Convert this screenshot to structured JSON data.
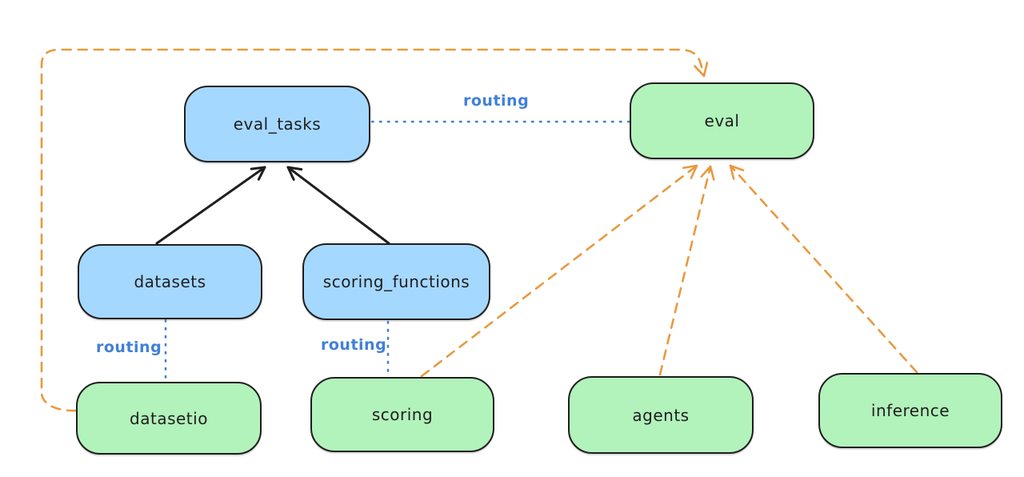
{
  "diagram": {
    "title": "",
    "nodes": [
      {
        "id": "eval_tasks",
        "label": "eval_tasks",
        "kind": "api",
        "fill": "blue"
      },
      {
        "id": "eval",
        "label": "eval",
        "kind": "provider",
        "fill": "green"
      },
      {
        "id": "datasets",
        "label": "datasets",
        "kind": "api",
        "fill": "blue"
      },
      {
        "id": "scoring_functions",
        "label": "scoring_functions",
        "kind": "api",
        "fill": "blue"
      },
      {
        "id": "datasetio",
        "label": "datasetio",
        "kind": "provider",
        "fill": "green"
      },
      {
        "id": "scoring",
        "label": "scoring",
        "kind": "provider",
        "fill": "green"
      },
      {
        "id": "agents",
        "label": "agents",
        "kind": "provider",
        "fill": "green"
      },
      {
        "id": "inference",
        "label": "inference",
        "kind": "provider",
        "fill": "green"
      }
    ],
    "edges": [
      {
        "from": "datasets",
        "to": "eval_tasks",
        "style": "solid",
        "color": "black",
        "arrow": "end"
      },
      {
        "from": "scoring_functions",
        "to": "eval_tasks",
        "style": "solid",
        "color": "black",
        "arrow": "end"
      },
      {
        "from": "eval_tasks",
        "to": "eval",
        "style": "dotted",
        "color": "blue",
        "arrow": "none",
        "label": "routing"
      },
      {
        "from": "datasets",
        "to": "datasetio",
        "style": "dotted",
        "color": "blue",
        "arrow": "none",
        "label": "routing"
      },
      {
        "from": "scoring_functions",
        "to": "scoring",
        "style": "dotted",
        "color": "blue",
        "arrow": "none",
        "label": "routing"
      },
      {
        "from": "datasetio",
        "to": "eval",
        "style": "dashed",
        "color": "orange",
        "arrow": "end"
      },
      {
        "from": "scoring",
        "to": "eval",
        "style": "dashed",
        "color": "orange",
        "arrow": "end"
      },
      {
        "from": "agents",
        "to": "eval",
        "style": "dashed",
        "color": "orange",
        "arrow": "end"
      },
      {
        "from": "inference",
        "to": "eval",
        "style": "dashed",
        "color": "orange",
        "arrow": "end"
      }
    ]
  },
  "colors": {
    "node_blue_fill": "#a5d8ff",
    "node_green_fill": "#b2f2bb",
    "node_stroke": "#1e1e1e",
    "edge_black": "#1e1e1e",
    "edge_blue": "#4180d8",
    "edge_orange": "#e8993f",
    "bg": "#ffffff"
  }
}
